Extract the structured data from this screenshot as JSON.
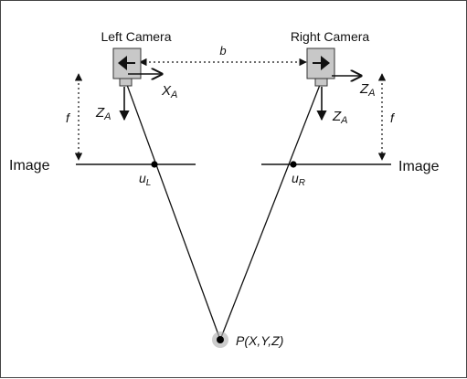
{
  "labels": {
    "left_camera": "Left Camera",
    "right_camera": "Right Camera",
    "baseline": "b",
    "focal_left": "f",
    "focal_right": "f",
    "image_left": "Image",
    "image_right": "Image",
    "xa": "X",
    "za": "Z",
    "axis_sub": "A",
    "ul": "u",
    "ul_sub": "L",
    "ur": "u",
    "ur_sub": "R",
    "point": "P(X,Y,Z)"
  },
  "colors": {
    "line": "#111111",
    "camera_fill": "#c8c8c8",
    "dot": "#000000",
    "halo": "#b0b0b0",
    "frame": "#444444"
  }
}
